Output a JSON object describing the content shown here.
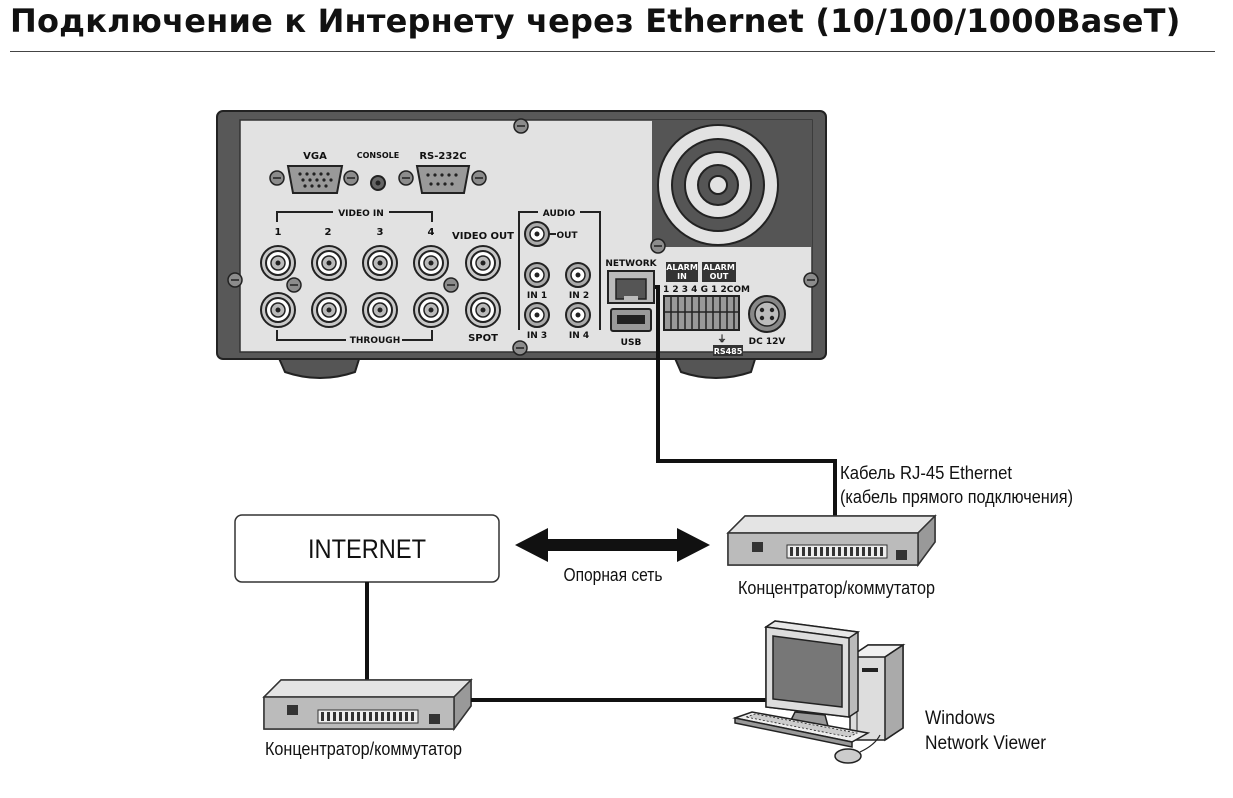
{
  "header": {
    "title": "Подключение к Интернету через Ethernet (10/100/1000BaseT)"
  },
  "dvr": {
    "vga": "VGA",
    "console": "CONSOLE",
    "rs232c": "RS-232C",
    "video_in": "VIDEO IN",
    "ch1": "1",
    "ch2": "2",
    "ch3": "3",
    "ch4": "4",
    "video_out": "VIDEO OUT",
    "through": "THROUGH",
    "spot": "SPOT",
    "audio": "AUDIO",
    "audio_out": "OUT",
    "in1": "IN 1",
    "in2": "IN 2",
    "in3": "IN 3",
    "in4": "IN 4",
    "network": "NETWORK",
    "usb": "USB",
    "alarm_in_1": "ALARM",
    "alarm_in_2": "IN",
    "alarm_out_1": "ALARM",
    "alarm_out_2": "OUT",
    "terminal_numbers": "1 2 3 4 G 1 2COM",
    "rs485": "RS485",
    "dc": "DC 12V"
  },
  "labels": {
    "cable_line1": "Кабель RJ-45 Ethernet",
    "cable_line2": "(кабель прямого подключения)",
    "internet": "INTERNET",
    "backbone": "Опорная сеть",
    "hub_right": "Концентратор/коммутатор",
    "hub_left": "Концентратор/коммутатор",
    "windows_line1": "Windows",
    "windows_line2": "Network Viewer"
  }
}
